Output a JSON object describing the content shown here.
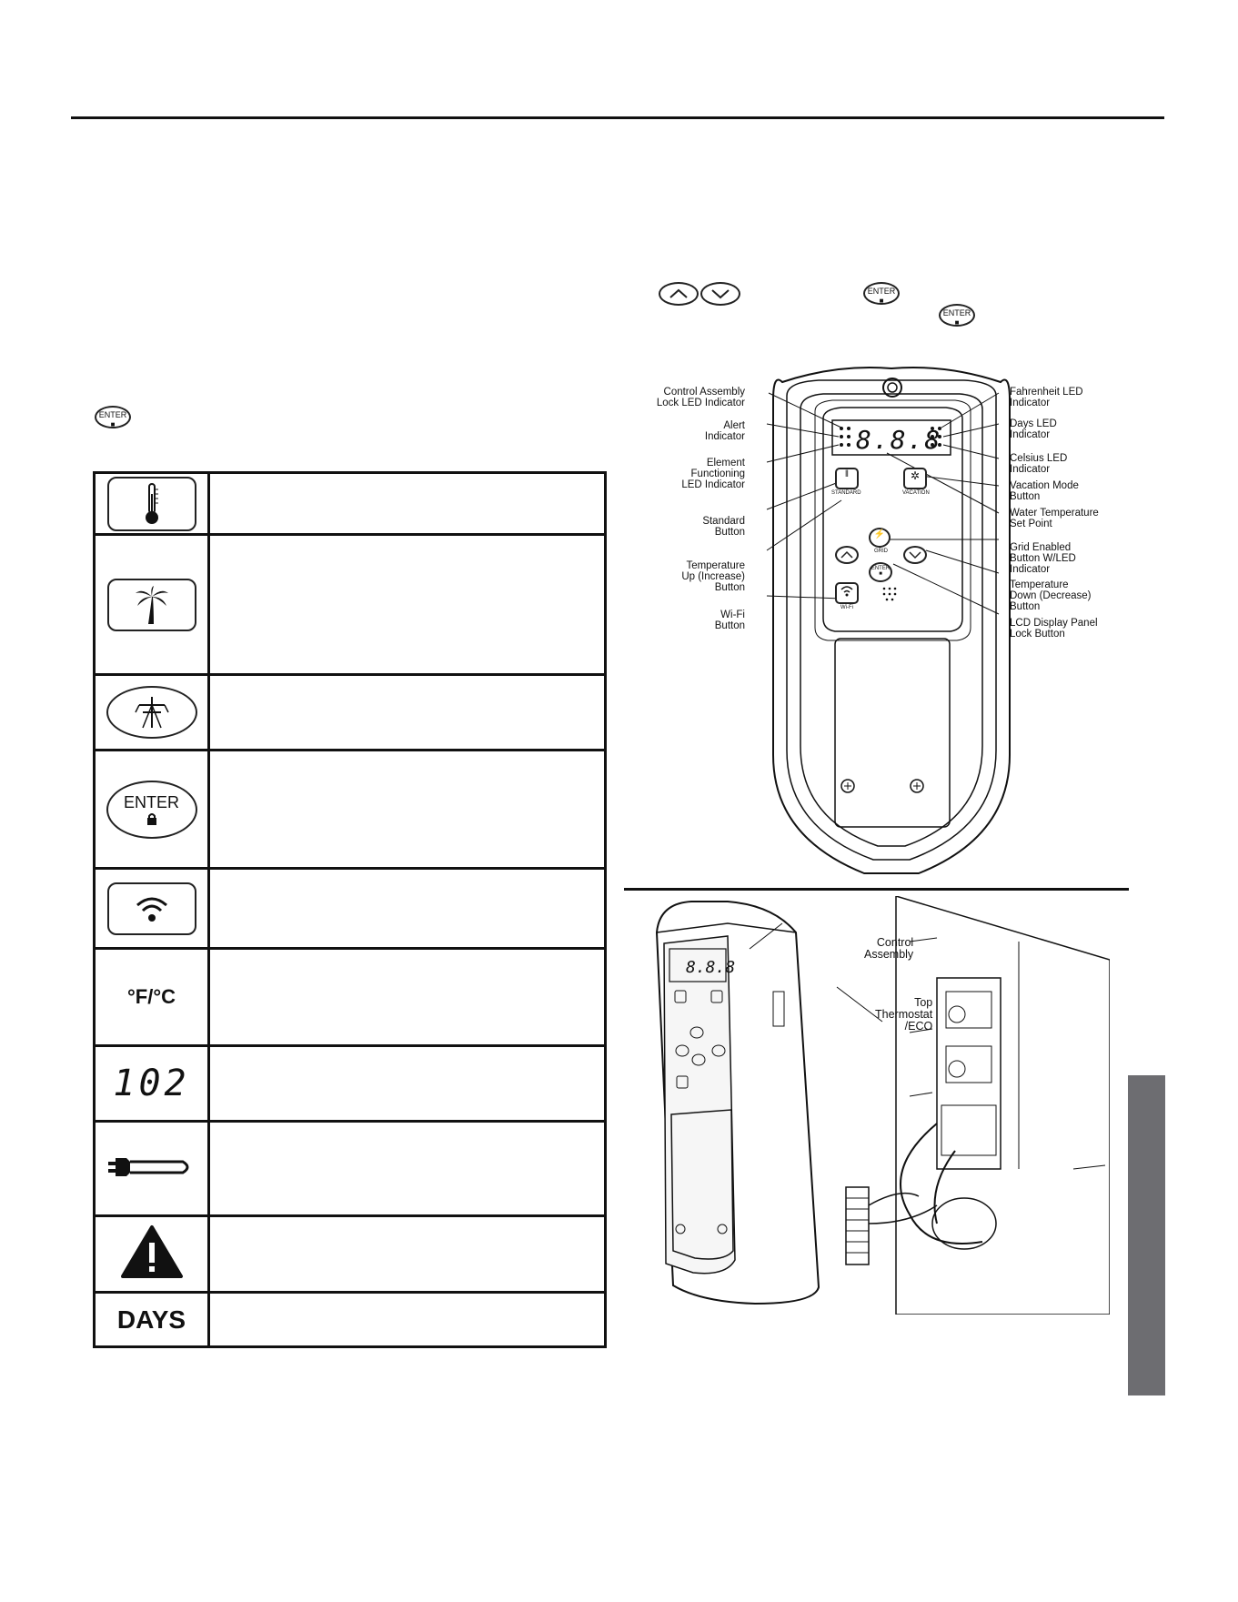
{
  "icon_table": {
    "rows": [
      {
        "icon": "thermometer-icon",
        "label": ""
      },
      {
        "icon": "palm-tree-icon",
        "label": ""
      },
      {
        "icon": "power-tower-icon",
        "label": ""
      },
      {
        "icon": "enter-lock-icon",
        "label": "ENTER"
      },
      {
        "icon": "wifi-icon",
        "label": ""
      },
      {
        "icon": "unit-text-icon",
        "label": "°F/°C"
      },
      {
        "icon": "seven-segment-icon",
        "label": "102"
      },
      {
        "icon": "heating-element-icon",
        "label": ""
      },
      {
        "icon": "warning-icon",
        "label": ""
      },
      {
        "icon": "days-text-icon",
        "label": "DAYS"
      }
    ]
  },
  "inline_buttons": {
    "enter": "ENTER"
  },
  "front_panel": {
    "display": "8.8.8",
    "button_labels": {
      "standard": "STANDARD",
      "vacation": "VACATION",
      "grid": "GRID",
      "wifi": "Wi-Fi",
      "enter": "ENTER"
    },
    "callouts_left": [
      "Control Assembly\nLock LED Indicator",
      "Alert\nIndicator",
      "Element\nFunctioning\nLED Indicator",
      "Standard\nButton",
      "Temperature\nUp (Increase)\nButton",
      "Wi-Fi\nButton"
    ],
    "callouts_right": [
      "Fahrenheit LED\nIndicator",
      "Days LED\nIndicator",
      "Celsius LED\nIndicator",
      "Vacation Mode\nButton",
      "Water Temperature\nSet Point",
      "Grid Enabled\nButton W/LED\nIndicator",
      "Temperature\nDown (Decrease)\nButton",
      "LCD Display Panel\nLock Button"
    ]
  },
  "install_figure": {
    "callouts": [
      "Control\nAssembly",
      "Top\nThermostat\n/ECO"
    ]
  }
}
